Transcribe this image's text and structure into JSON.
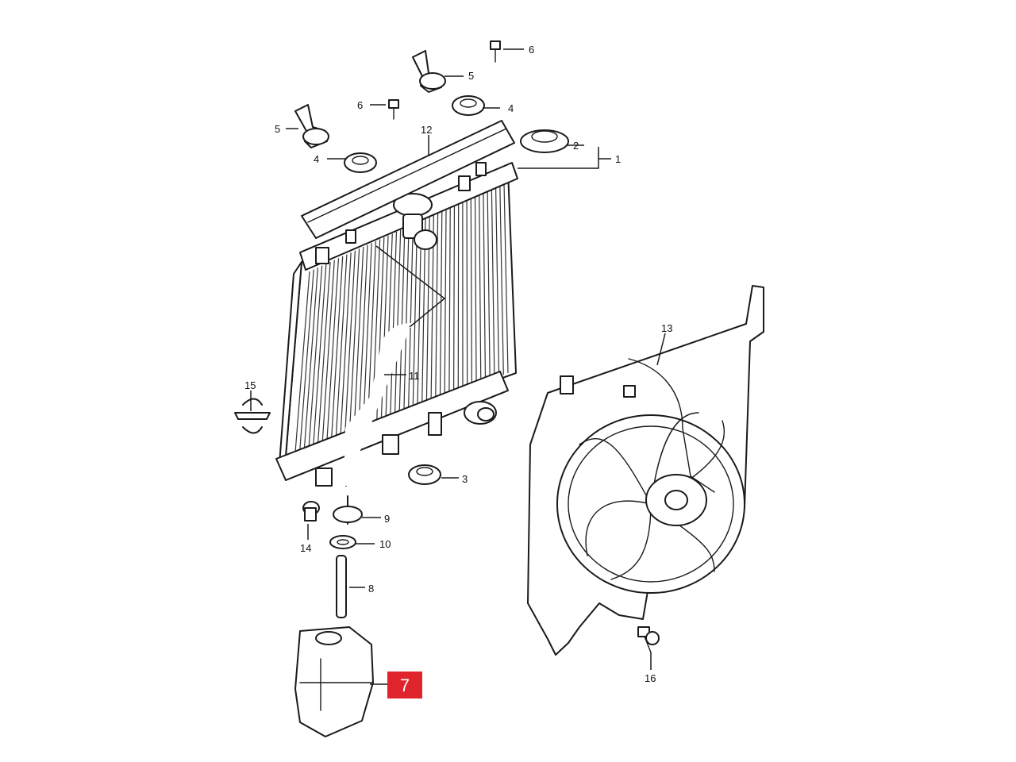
{
  "parts": [
    {
      "id": "p1",
      "label": "1"
    },
    {
      "id": "p2",
      "label": "2"
    },
    {
      "id": "p3",
      "label": "3"
    },
    {
      "id": "p4a",
      "label": "4"
    },
    {
      "id": "p4b",
      "label": "4"
    },
    {
      "id": "p5a",
      "label": "5"
    },
    {
      "id": "p5b",
      "label": "5"
    },
    {
      "id": "p6a",
      "label": "6"
    },
    {
      "id": "p6b",
      "label": "6"
    },
    {
      "id": "p7",
      "label": "7"
    },
    {
      "id": "p8",
      "label": "8"
    },
    {
      "id": "p9",
      "label": "9"
    },
    {
      "id": "p10",
      "label": "10"
    },
    {
      "id": "p11",
      "label": "11"
    },
    {
      "id": "p12",
      "label": "12"
    },
    {
      "id": "p13",
      "label": "13"
    },
    {
      "id": "p14",
      "label": "14"
    },
    {
      "id": "p15",
      "label": "15"
    },
    {
      "id": "p16",
      "label": "16"
    }
  ],
  "highlight": {
    "label": "7",
    "color": "#e0242b"
  }
}
